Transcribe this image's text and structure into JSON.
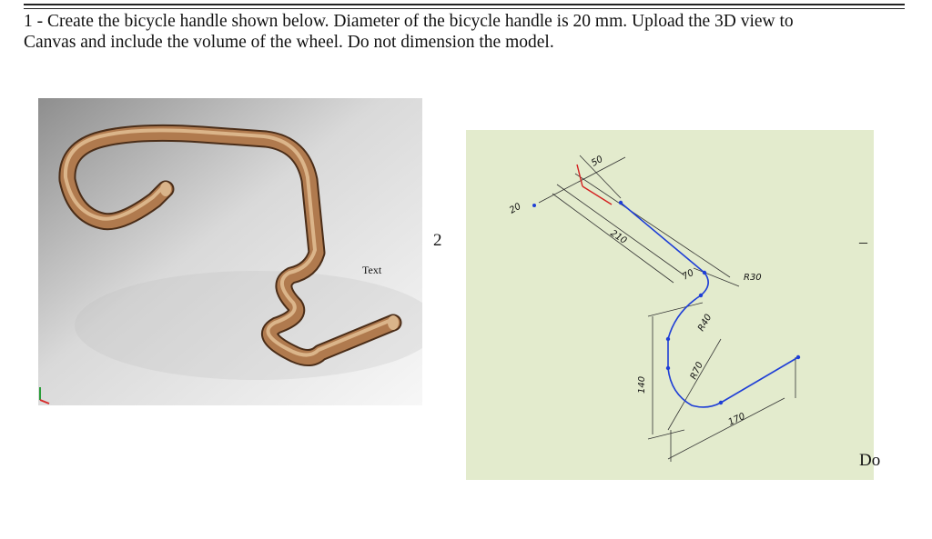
{
  "header": {
    "instruction_line1": "1 - Create the bicycle handle shown below. Diameter of the bicycle handle is 20 mm. Upload the 3D view to",
    "instruction_line2": "Canvas and include the volume of the wheel. Do not dimension the model."
  },
  "render_panel": {
    "callout_label": "Text"
  },
  "drawing_panel": {
    "dimensions": {
      "d50": "50",
      "d20": "20",
      "d210": "210",
      "d70": "70",
      "r30": "R30",
      "r40": "R40",
      "r70": "R70",
      "d140": "140",
      "d170": "170"
    }
  },
  "page": {
    "page_number": "2",
    "dash": "–",
    "trailing_text": "Do"
  },
  "colors": {
    "sketch_line": "#1f3fd6",
    "drawing_bg": "#e3ebcd",
    "tube": "#b07a4e"
  }
}
